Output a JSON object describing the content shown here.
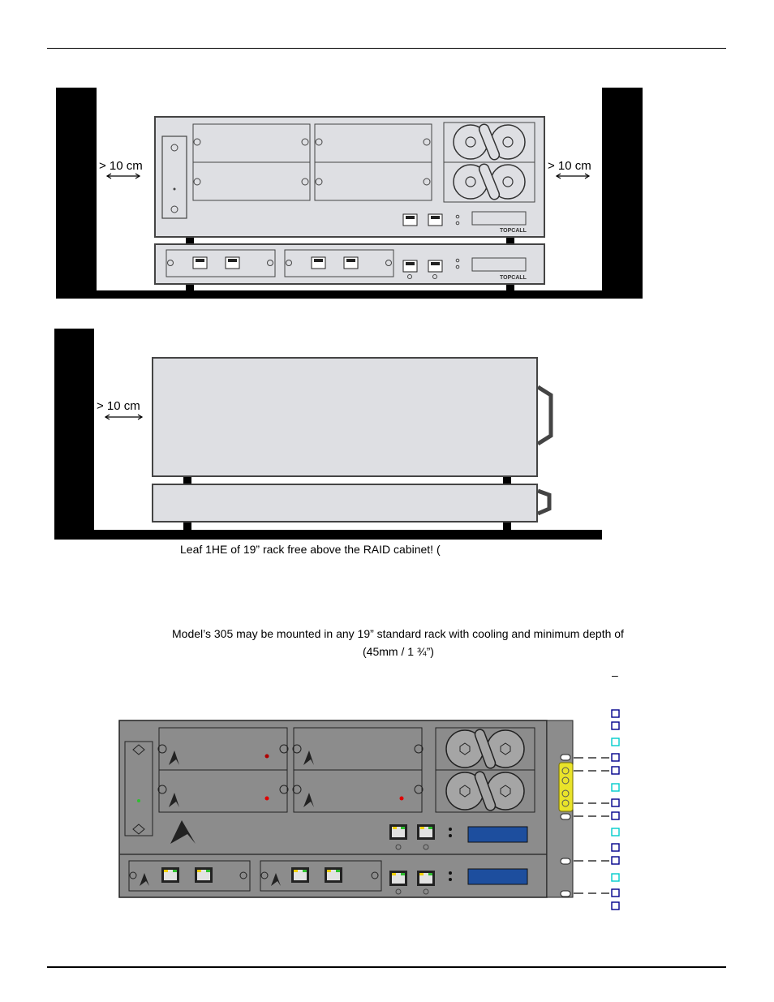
{
  "figure_front": {
    "clearance_left": "> 10 cm",
    "clearance_right": "> 10 cm",
    "brand_upper": "TOPCALL",
    "brand_lower": "TOPCALL"
  },
  "figure_side": {
    "clearance_left": "> 10 cm"
  },
  "text": {
    "caption_leaf": "Leaf 1HE of 19” rack free above the RAID cabinet! (",
    "model_line1": "Model’s 305 may be mounted in any 19” standard rack with cooling and minimum depth of",
    "model_line2": "(45mm / 1 ¾”)",
    "dash_mark": "–"
  },
  "colors": {
    "panel_gray": "#dedfe3",
    "dark_panel": "#8c8c8c",
    "lcd_blue": "#1d4e9e",
    "bracket_yellow": "#e9e32a",
    "marker_navy": "#00008b",
    "marker_cyan": "#00cccc"
  }
}
